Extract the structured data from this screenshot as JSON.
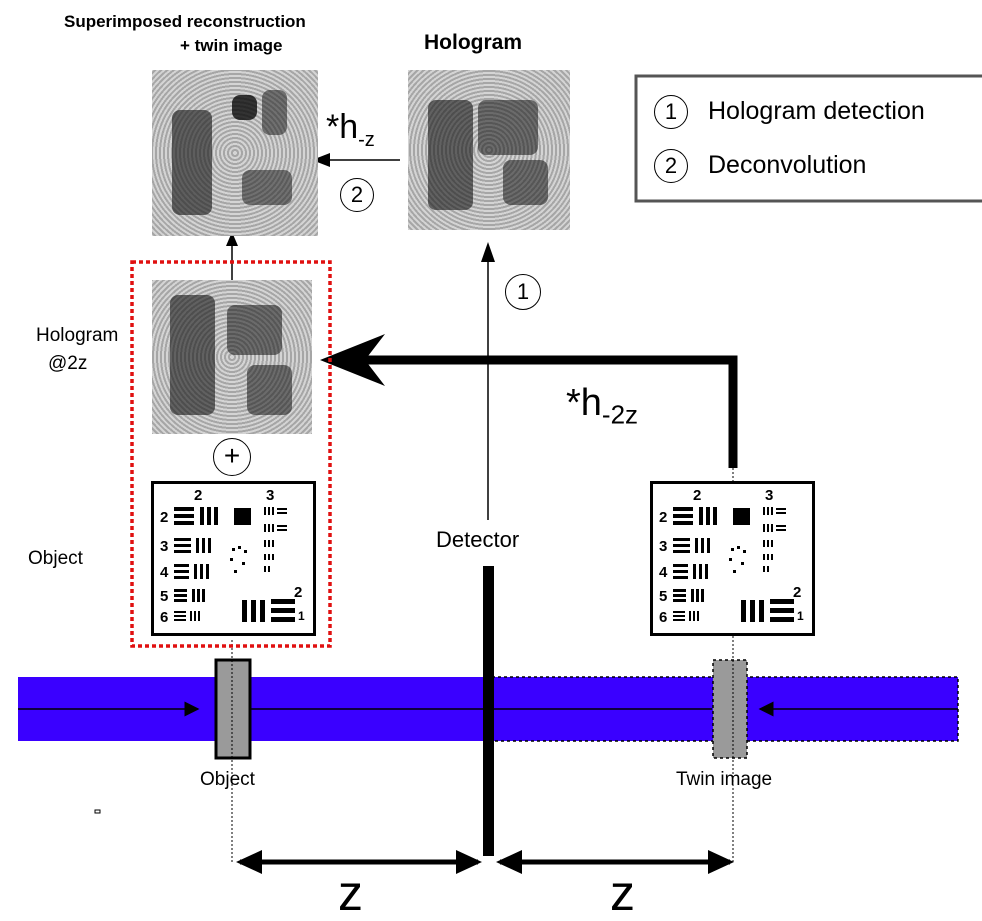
{
  "labels": {
    "superimposed_line1": "Superimposed reconstruction",
    "superimposed_line2": "+ twin image",
    "hologram_title": "Hologram",
    "h_neg_z_star": "*h",
    "h_neg_z_sub": "-z",
    "step_deconv": "2",
    "step_detect": "1",
    "hologram_2z_line1": "Hologram",
    "hologram_2z_line2": "@2z",
    "plus": "+",
    "object_side": "Object",
    "detector": "Detector",
    "h_neg_2z_star": "*h",
    "h_neg_2z_sub": "-2z",
    "object_beam": "Object",
    "twin_image": "Twin image",
    "distance_left": "z",
    "distance_right": "z"
  },
  "legend": {
    "items": [
      {
        "num": "1",
        "text": "Hologram detection"
      },
      {
        "num": "2",
        "text": "Deconvolution"
      }
    ]
  },
  "target_labels": {
    "big_2": "2",
    "big_3": "3",
    "r2": "2",
    "r3": "3",
    "r4": "4",
    "r5": "5",
    "r6": "6",
    "sub2": "2",
    "sub1": "1"
  },
  "colors": {
    "beam": "#3a00ff",
    "dashed_box": "#e01010",
    "hologram_bg": "#bdbdbd"
  }
}
